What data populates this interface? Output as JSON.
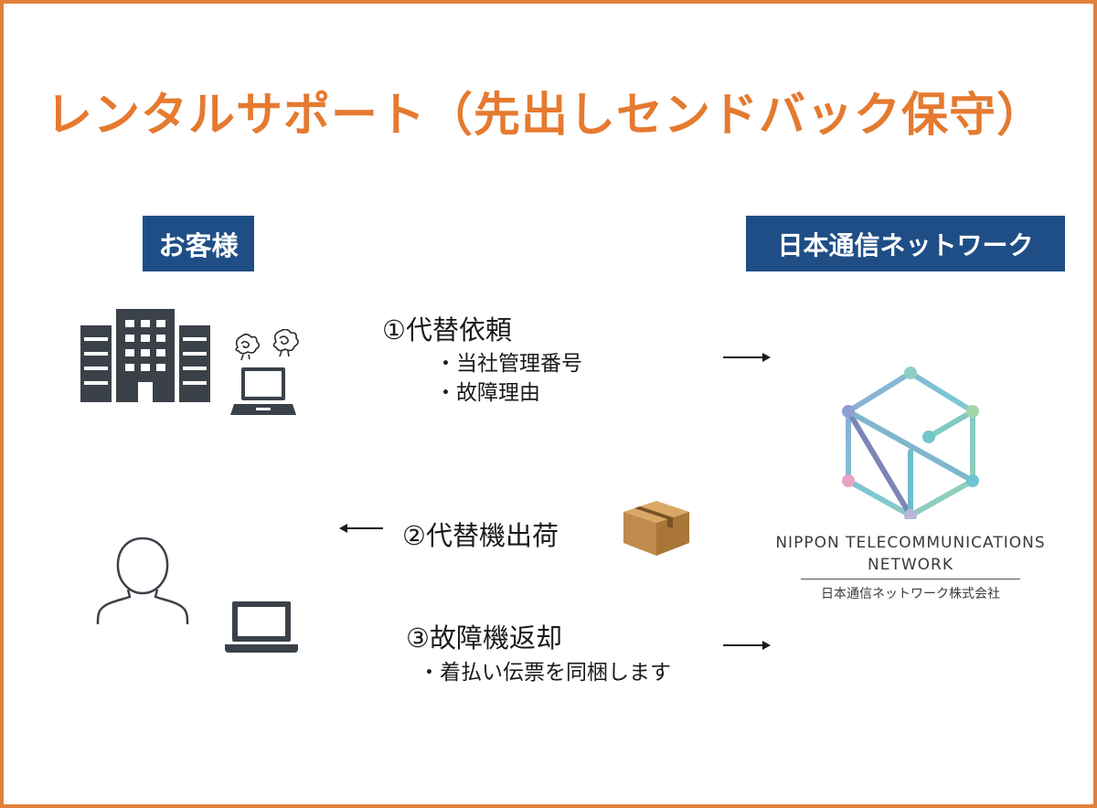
{
  "title": "レンタルサポート（先出しセンドバック保守）",
  "parties": {
    "customer": "お客様",
    "provider": "日本通信ネットワーク"
  },
  "steps": [
    {
      "label": "①代替依頼",
      "bullets": [
        "・当社管理番号",
        "・故障理由"
      ],
      "direction": "to-provider"
    },
    {
      "label": "②代替機出荷",
      "bullets": [],
      "direction": "to-customer"
    },
    {
      "label": "③故障機返却",
      "bullets": [
        "・着払い伝票を同梱します"
      ],
      "direction": "to-provider"
    }
  ],
  "logo": {
    "line1": "NIPPON TELECOMMUNICATIONS",
    "line2": "NETWORK",
    "line3": "日本通信ネットワーク株式会社"
  },
  "colors": {
    "title": "#e57a30",
    "frame": "#e2803a",
    "label_bg": "#1f4e86",
    "icon_dark": "#3b4149"
  },
  "icons": [
    "building-icon",
    "broken-laptop-icon",
    "person-icon",
    "laptop-icon",
    "package-icon",
    "company-logo-icon"
  ]
}
